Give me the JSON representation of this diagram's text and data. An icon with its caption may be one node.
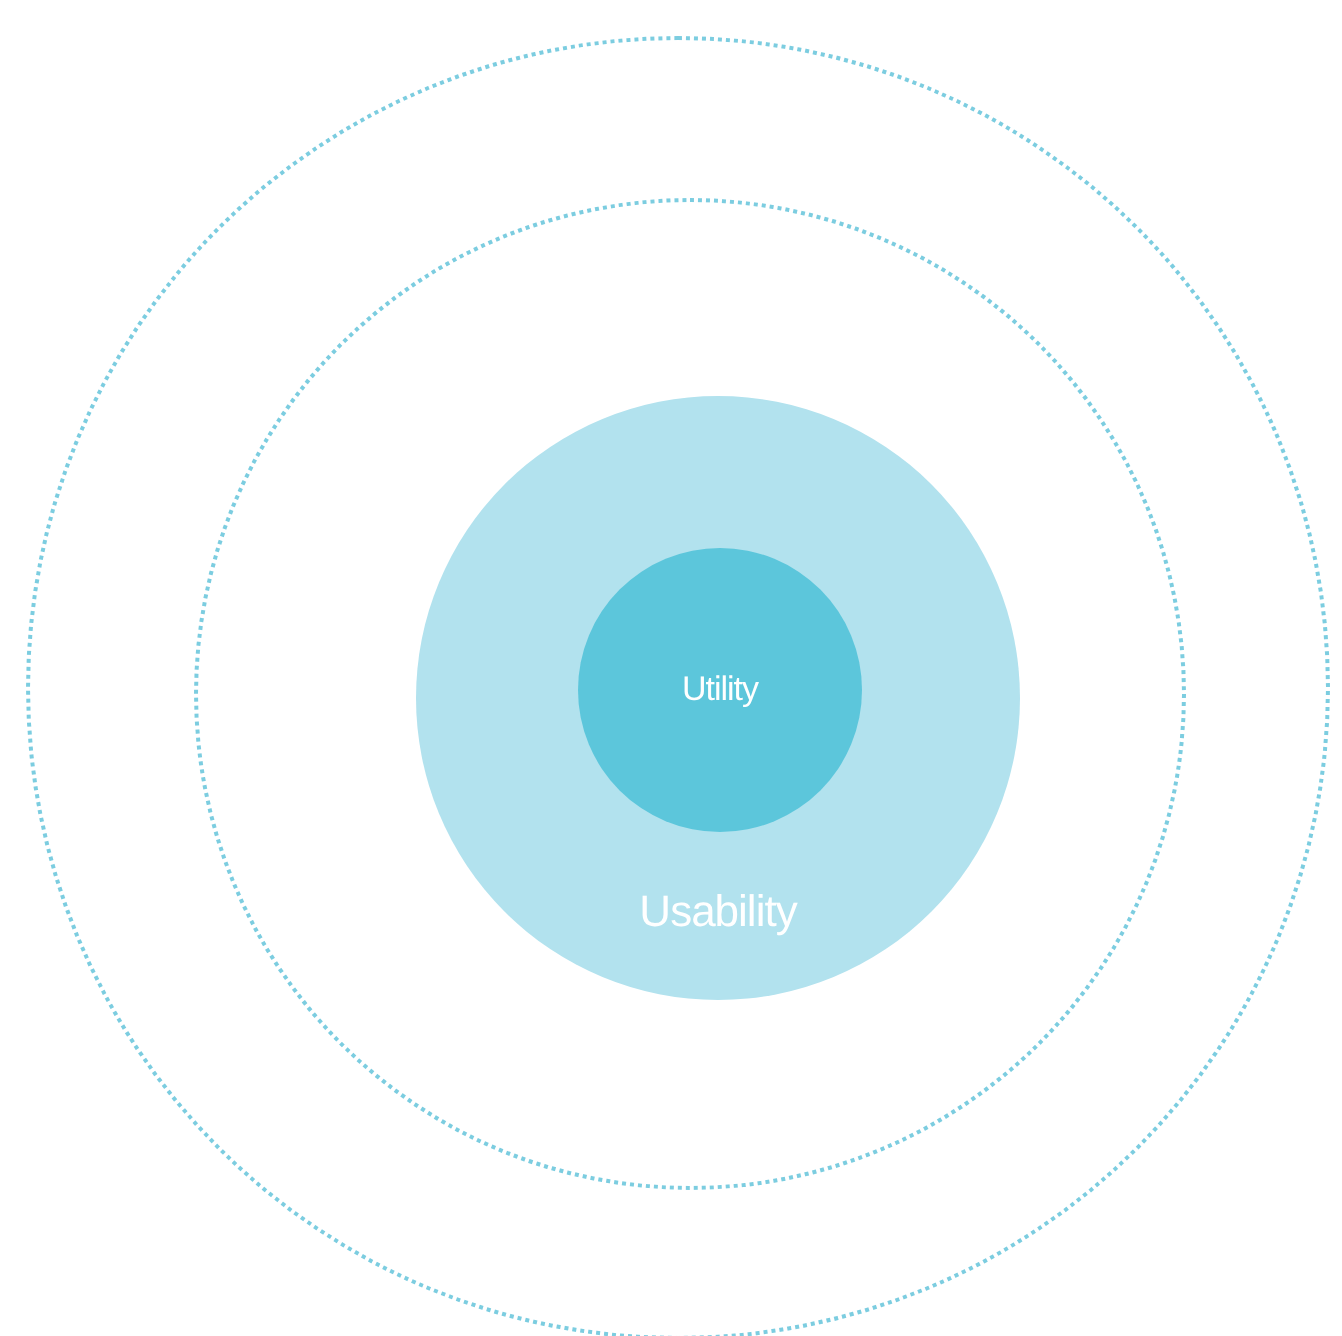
{
  "diagram": {
    "nodes": [
      {
        "text": [],
        "shape": "circle"
      },
      {
        "text": [],
        "shape": "circle",
        "in": 0
      },
      {
        "text": [
          "Usability"
        ],
        "in": 1
      },
      {
        "text": [
          "Utility"
        ],
        "in": 2
      }
    ]
  }
}
